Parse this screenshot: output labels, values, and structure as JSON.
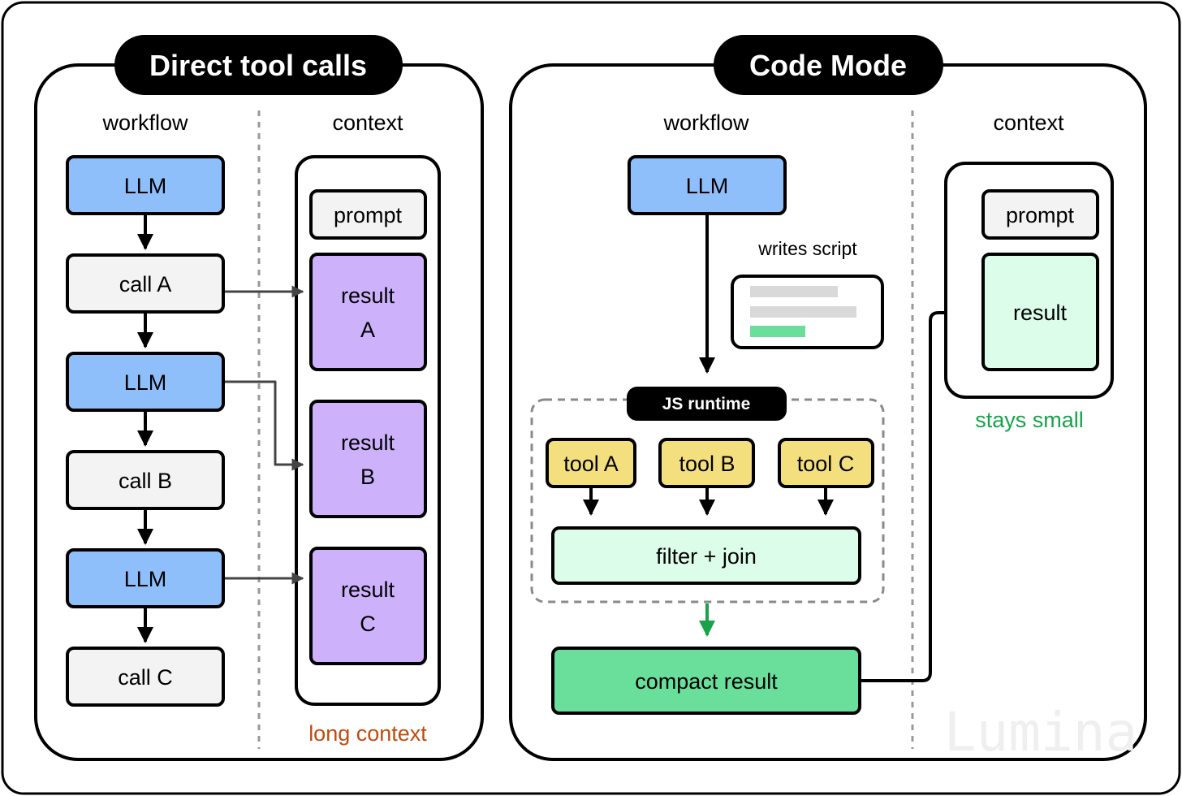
{
  "left_panel": {
    "title": "Direct tool calls",
    "workflow_heading": "workflow",
    "context_heading": "context",
    "workflow_steps": [
      "LLM",
      "call A",
      "LLM",
      "call B",
      "LLM",
      "call C"
    ],
    "context_prompt": "prompt",
    "context_results": [
      {
        "line1": "result",
        "line2": "A"
      },
      {
        "line1": "result",
        "line2": "B"
      },
      {
        "line1": "result",
        "line2": "C"
      }
    ],
    "context_caption": "long context"
  },
  "right_panel": {
    "title": "Code Mode",
    "workflow_heading": "workflow",
    "context_heading": "context",
    "llm_label": "LLM",
    "script_label": "writes script",
    "runtime_label": "JS runtime",
    "tools": [
      "tool A",
      "tool B",
      "tool C"
    ],
    "filter_label": "filter + join",
    "compact_result_label": "compact result",
    "context_prompt": "prompt",
    "context_result": "result",
    "context_caption": "stays small"
  },
  "watermark": "Lumina",
  "colors": {
    "llm_blue": "#8fbffa",
    "call_gray": "#f3f3f3",
    "result_purple": "#cdb2fb",
    "tool_yellow": "#f3df7d",
    "mint": "#dcfde9",
    "compact_green": "#69df9b",
    "long_context_orange": "#c04b0e",
    "stays_small_green": "#16a34a",
    "ink": "#000000"
  }
}
